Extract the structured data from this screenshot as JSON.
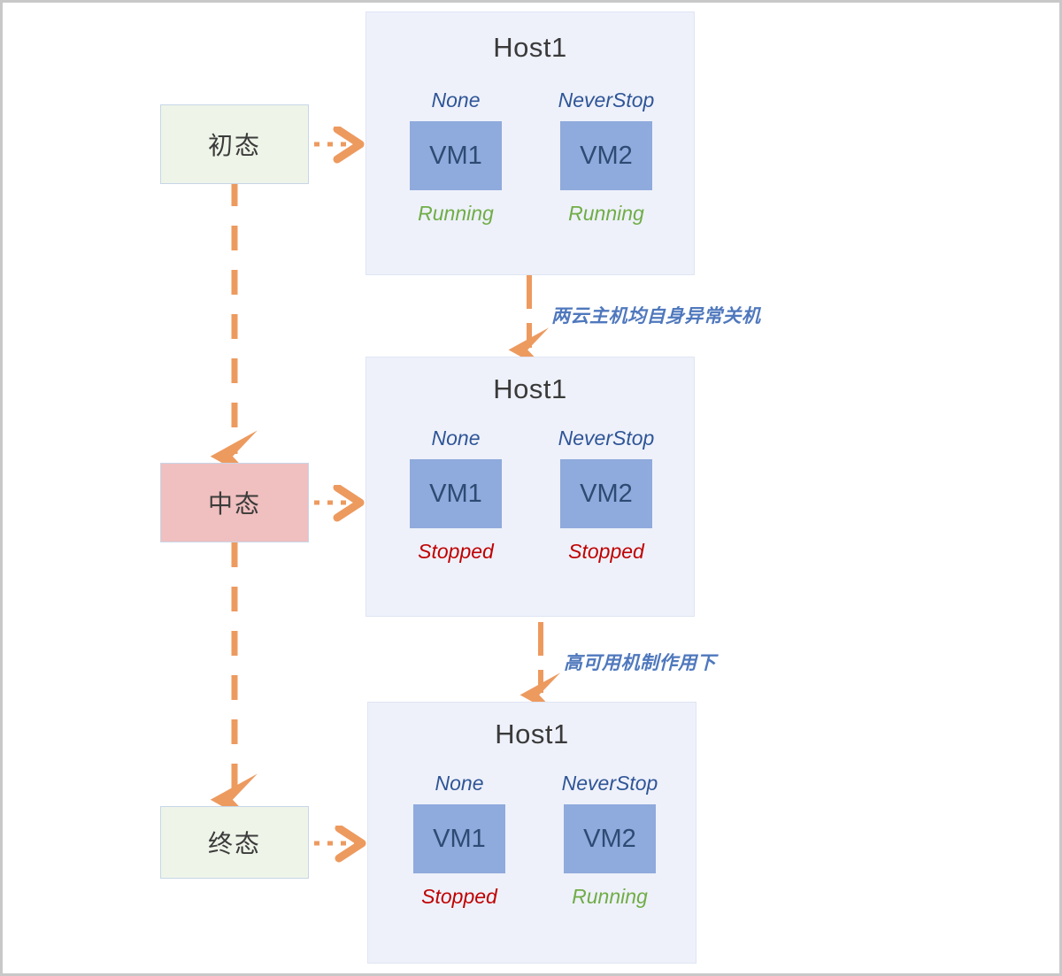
{
  "diagram": {
    "title": "VM high-availability state transition",
    "accent_arrow_color": "#ed9a5f",
    "panel_bg": "#eef1fa",
    "vm_box_color": "#8faadc",
    "running_color": "#70ad47",
    "stopped_color": "#c00000",
    "policy_color": "#2f5597"
  },
  "states": [
    {
      "label": "初态",
      "style": "green"
    },
    {
      "label": "中态",
      "style": "pink"
    },
    {
      "label": "终态",
      "style": "green"
    }
  ],
  "edges": [
    {
      "label": "两云主机均自身异常关机"
    },
    {
      "label": "高可用机制作用下"
    }
  ],
  "hosts": [
    {
      "title": "Host1",
      "vms": [
        {
          "policy": "None",
          "name": "VM1",
          "status": "Running",
          "status_kind": "running"
        },
        {
          "policy": "NeverStop",
          "name": "VM2",
          "status": "Running",
          "status_kind": "running"
        }
      ]
    },
    {
      "title": "Host1",
      "vms": [
        {
          "policy": "None",
          "name": "VM1",
          "status": "Stopped",
          "status_kind": "stopped"
        },
        {
          "policy": "NeverStop",
          "name": "VM2",
          "status": "Stopped",
          "status_kind": "stopped"
        }
      ]
    },
    {
      "title": "Host1",
      "vms": [
        {
          "policy": "None",
          "name": "VM1",
          "status": "Stopped",
          "status_kind": "stopped"
        },
        {
          "policy": "NeverStop",
          "name": "VM2",
          "status": "Running",
          "status_kind": "running"
        }
      ]
    }
  ]
}
